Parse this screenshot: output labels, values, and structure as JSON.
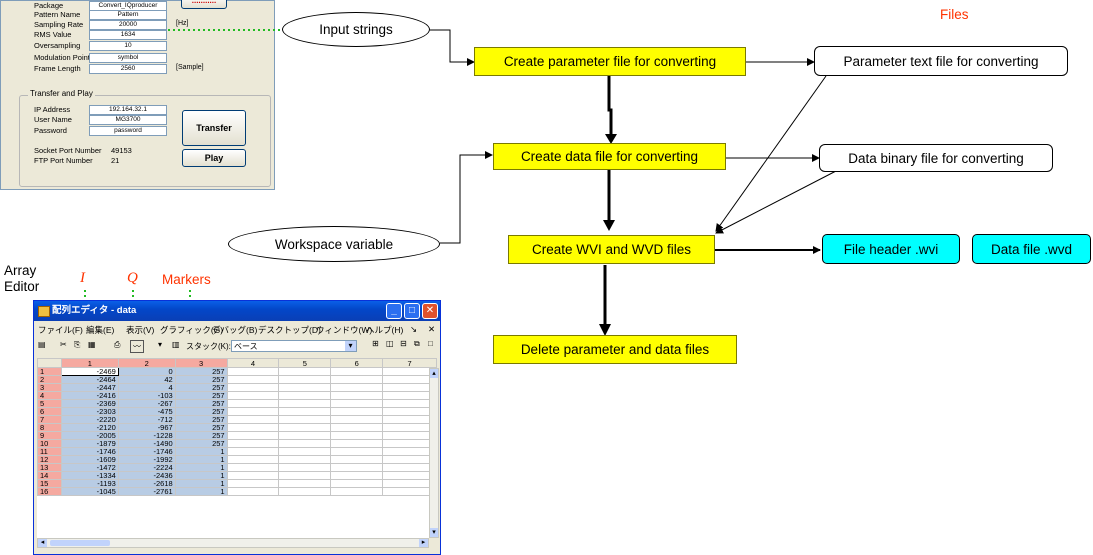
{
  "settings_panel": {
    "button_label": "...........",
    "rows": [
      {
        "label": "Package",
        "value": "Convert_IQproducer"
      },
      {
        "label": "Pattern Name",
        "value": "Pattern"
      },
      {
        "label": "Sampling Rate",
        "value": "20000",
        "unit": "[Hz]"
      },
      {
        "label": "RMS Value",
        "value": "1634"
      },
      {
        "label": "Oversampling",
        "value": "10"
      },
      {
        "label": "Modulation Point",
        "value": "symbol"
      },
      {
        "label": "Frame Length",
        "value": "2560",
        "unit": "[Sample]"
      }
    ],
    "transfer": {
      "group_title": "Transfer and Play",
      "rows": [
        {
          "label": "IP Address",
          "value": "192.164.32.1"
        },
        {
          "label": "User Name",
          "value": "MG3700"
        },
        {
          "label": "Password",
          "value": "password"
        },
        {
          "label": "Socket Port Number",
          "value": "49153"
        },
        {
          "label": "FTP Port Number",
          "value": "21"
        }
      ],
      "transfer_label": "Transfer",
      "play_label": "Play"
    }
  },
  "flow": {
    "input_strings": "Input strings",
    "workspace_variable": "Workspace variable",
    "create_param": "Create parameter file for converting",
    "create_data": "Create data file for converting",
    "create_wvi": "Create WVI and WVD files",
    "delete_files": "Delete parameter and data files",
    "param_text_file": "Parameter text file for converting",
    "data_binary_file": "Data binary file for converting",
    "file_header": "File header .wvi",
    "data_file": "Data file .wvd",
    "files_label": "Files"
  },
  "array_editor": {
    "caption": [
      "Array",
      "Editor"
    ],
    "label_i": "I",
    "label_q": "Q",
    "label_markers": "Markers",
    "window_title": "配列エディタ - data",
    "menu": [
      "ファイル(F)",
      "編集(E)",
      "表示(V)",
      "グラフィック(G)",
      "デバッグ(B)",
      "デスクトップ(D)",
      "ウィンドウ(W)",
      "ヘルプ(H)"
    ],
    "stack_label": "スタック(K):",
    "stack_value": "ベース",
    "columns": [
      "1",
      "2",
      "3",
      "4",
      "5",
      "6",
      "7"
    ],
    "rows": [
      [
        "1",
        "-2469",
        "0",
        "257"
      ],
      [
        "2",
        "-2464",
        "42",
        "257"
      ],
      [
        "3",
        "-2447",
        "4",
        "257"
      ],
      [
        "4",
        "-2416",
        "-103",
        "257"
      ],
      [
        "5",
        "-2369",
        "-267",
        "257"
      ],
      [
        "6",
        "-2303",
        "-475",
        "257"
      ],
      [
        "7",
        "-2220",
        "-712",
        "257"
      ],
      [
        "8",
        "-2120",
        "-967",
        "257"
      ],
      [
        "9",
        "-2005",
        "-1228",
        "257"
      ],
      [
        "10",
        "-1879",
        "-1490",
        "257"
      ],
      [
        "11",
        "-1746",
        "-1746",
        "1"
      ],
      [
        "12",
        "-1609",
        "-1992",
        "1"
      ],
      [
        "13",
        "-1472",
        "-2224",
        "1"
      ],
      [
        "14",
        "-1334",
        "-2436",
        "1"
      ],
      [
        "15",
        "-1193",
        "-2618",
        "1"
      ],
      [
        "16",
        "-1045",
        "-2761",
        "1"
      ]
    ]
  }
}
